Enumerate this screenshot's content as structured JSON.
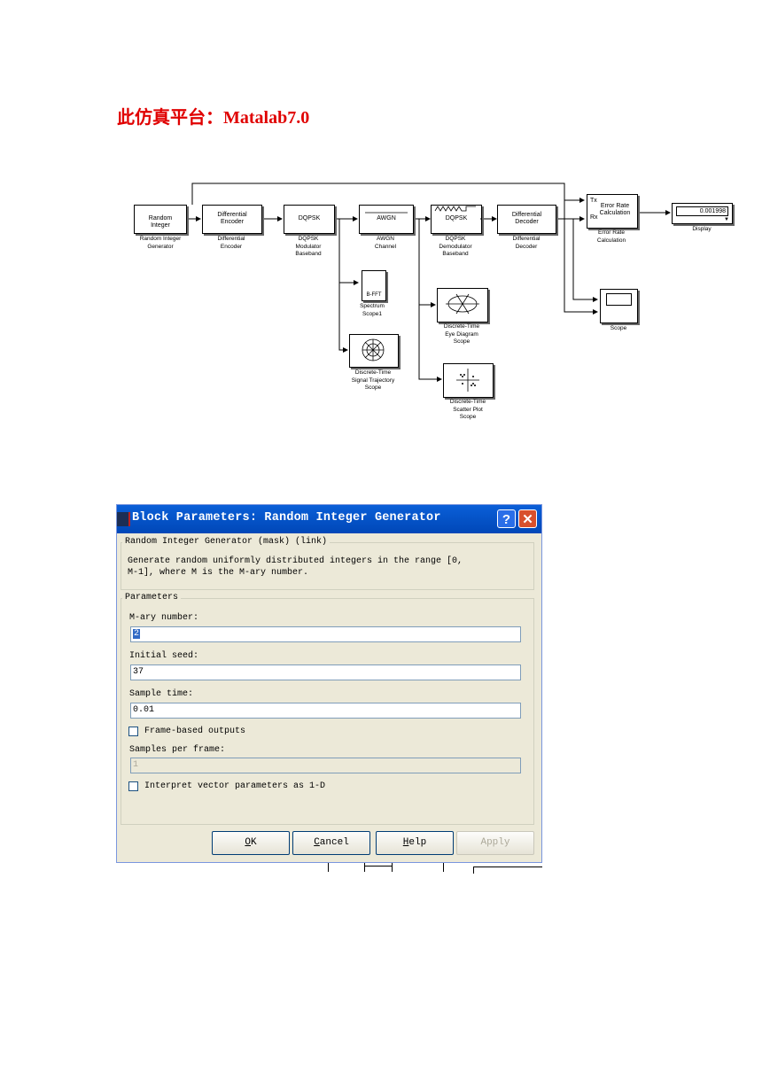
{
  "heading": "此仿真平台：Matalab7.0",
  "diagram": {
    "blocks": {
      "random_integer": {
        "text": "Random\nInteger",
        "caption": "Random Integer\nGenerator"
      },
      "diff_encoder": {
        "text": "Differential\nEncoder",
        "caption": "Differential\nEncoder"
      },
      "dqpsk_mod": {
        "text": "DQPSK",
        "caption": "DQPSK\nModulator\nBaseband"
      },
      "awgn": {
        "text": "AWGN",
        "caption": "AWGN\nChannel"
      },
      "dqpsk_demod": {
        "text": "DQPSK",
        "caption": "DQPSK\nDemodulator\nBaseband"
      },
      "diff_decoder": {
        "text": "Differential\nDecoder",
        "caption": "Differential\nDecoder"
      },
      "error_rate": {
        "text": "Error Rate\nCalculation",
        "port_tx": "Tx",
        "port_rx": "Rx",
        "caption": "Error Rate\nCalculation"
      },
      "display": {
        "value": "0.001998",
        "caption": "Display"
      },
      "spectrum": {
        "text": "B-FFT",
        "caption": "Spectrum\nScope1"
      },
      "trajectory": {
        "caption": "Discrete-Time\nSignal Trajectory\nScope"
      },
      "eye": {
        "caption": "Discrete-Time\nEye Diagram\nScope"
      },
      "scatter": {
        "caption": "Discrete-Time\nScatter Plot\nScope"
      },
      "scope": {
        "caption": "Scope"
      }
    }
  },
  "dialog": {
    "title": "Block Parameters: Random Integer Generator",
    "help_glyph": "?",
    "close_glyph": "✕",
    "mask_legend": "Random Integer Generator (mask) (link)",
    "description": "Generate random uniformly distributed integers in the range [0,\nM-1], where M is the M-ary number.",
    "params_legend": "Parameters",
    "m_ary_label": "M-ary number:",
    "m_ary_value": "2",
    "seed_label": "Initial seed:",
    "seed_value": "37",
    "sample_time_label": "Sample time:",
    "sample_time_value": "0.01",
    "frame_based_label": "Frame-based outputs",
    "frame_based_checked": false,
    "samples_per_frame_label": "Samples per frame:",
    "samples_per_frame_value": "1",
    "interpret_label": "Interpret vector parameters as 1-D",
    "interpret_checked": false,
    "buttons": {
      "ok_u": "O",
      "ok_rest": "K",
      "cancel_u": "C",
      "cancel_rest": "ancel",
      "help_u": "H",
      "help_rest": "elp",
      "apply": "Apply"
    }
  }
}
